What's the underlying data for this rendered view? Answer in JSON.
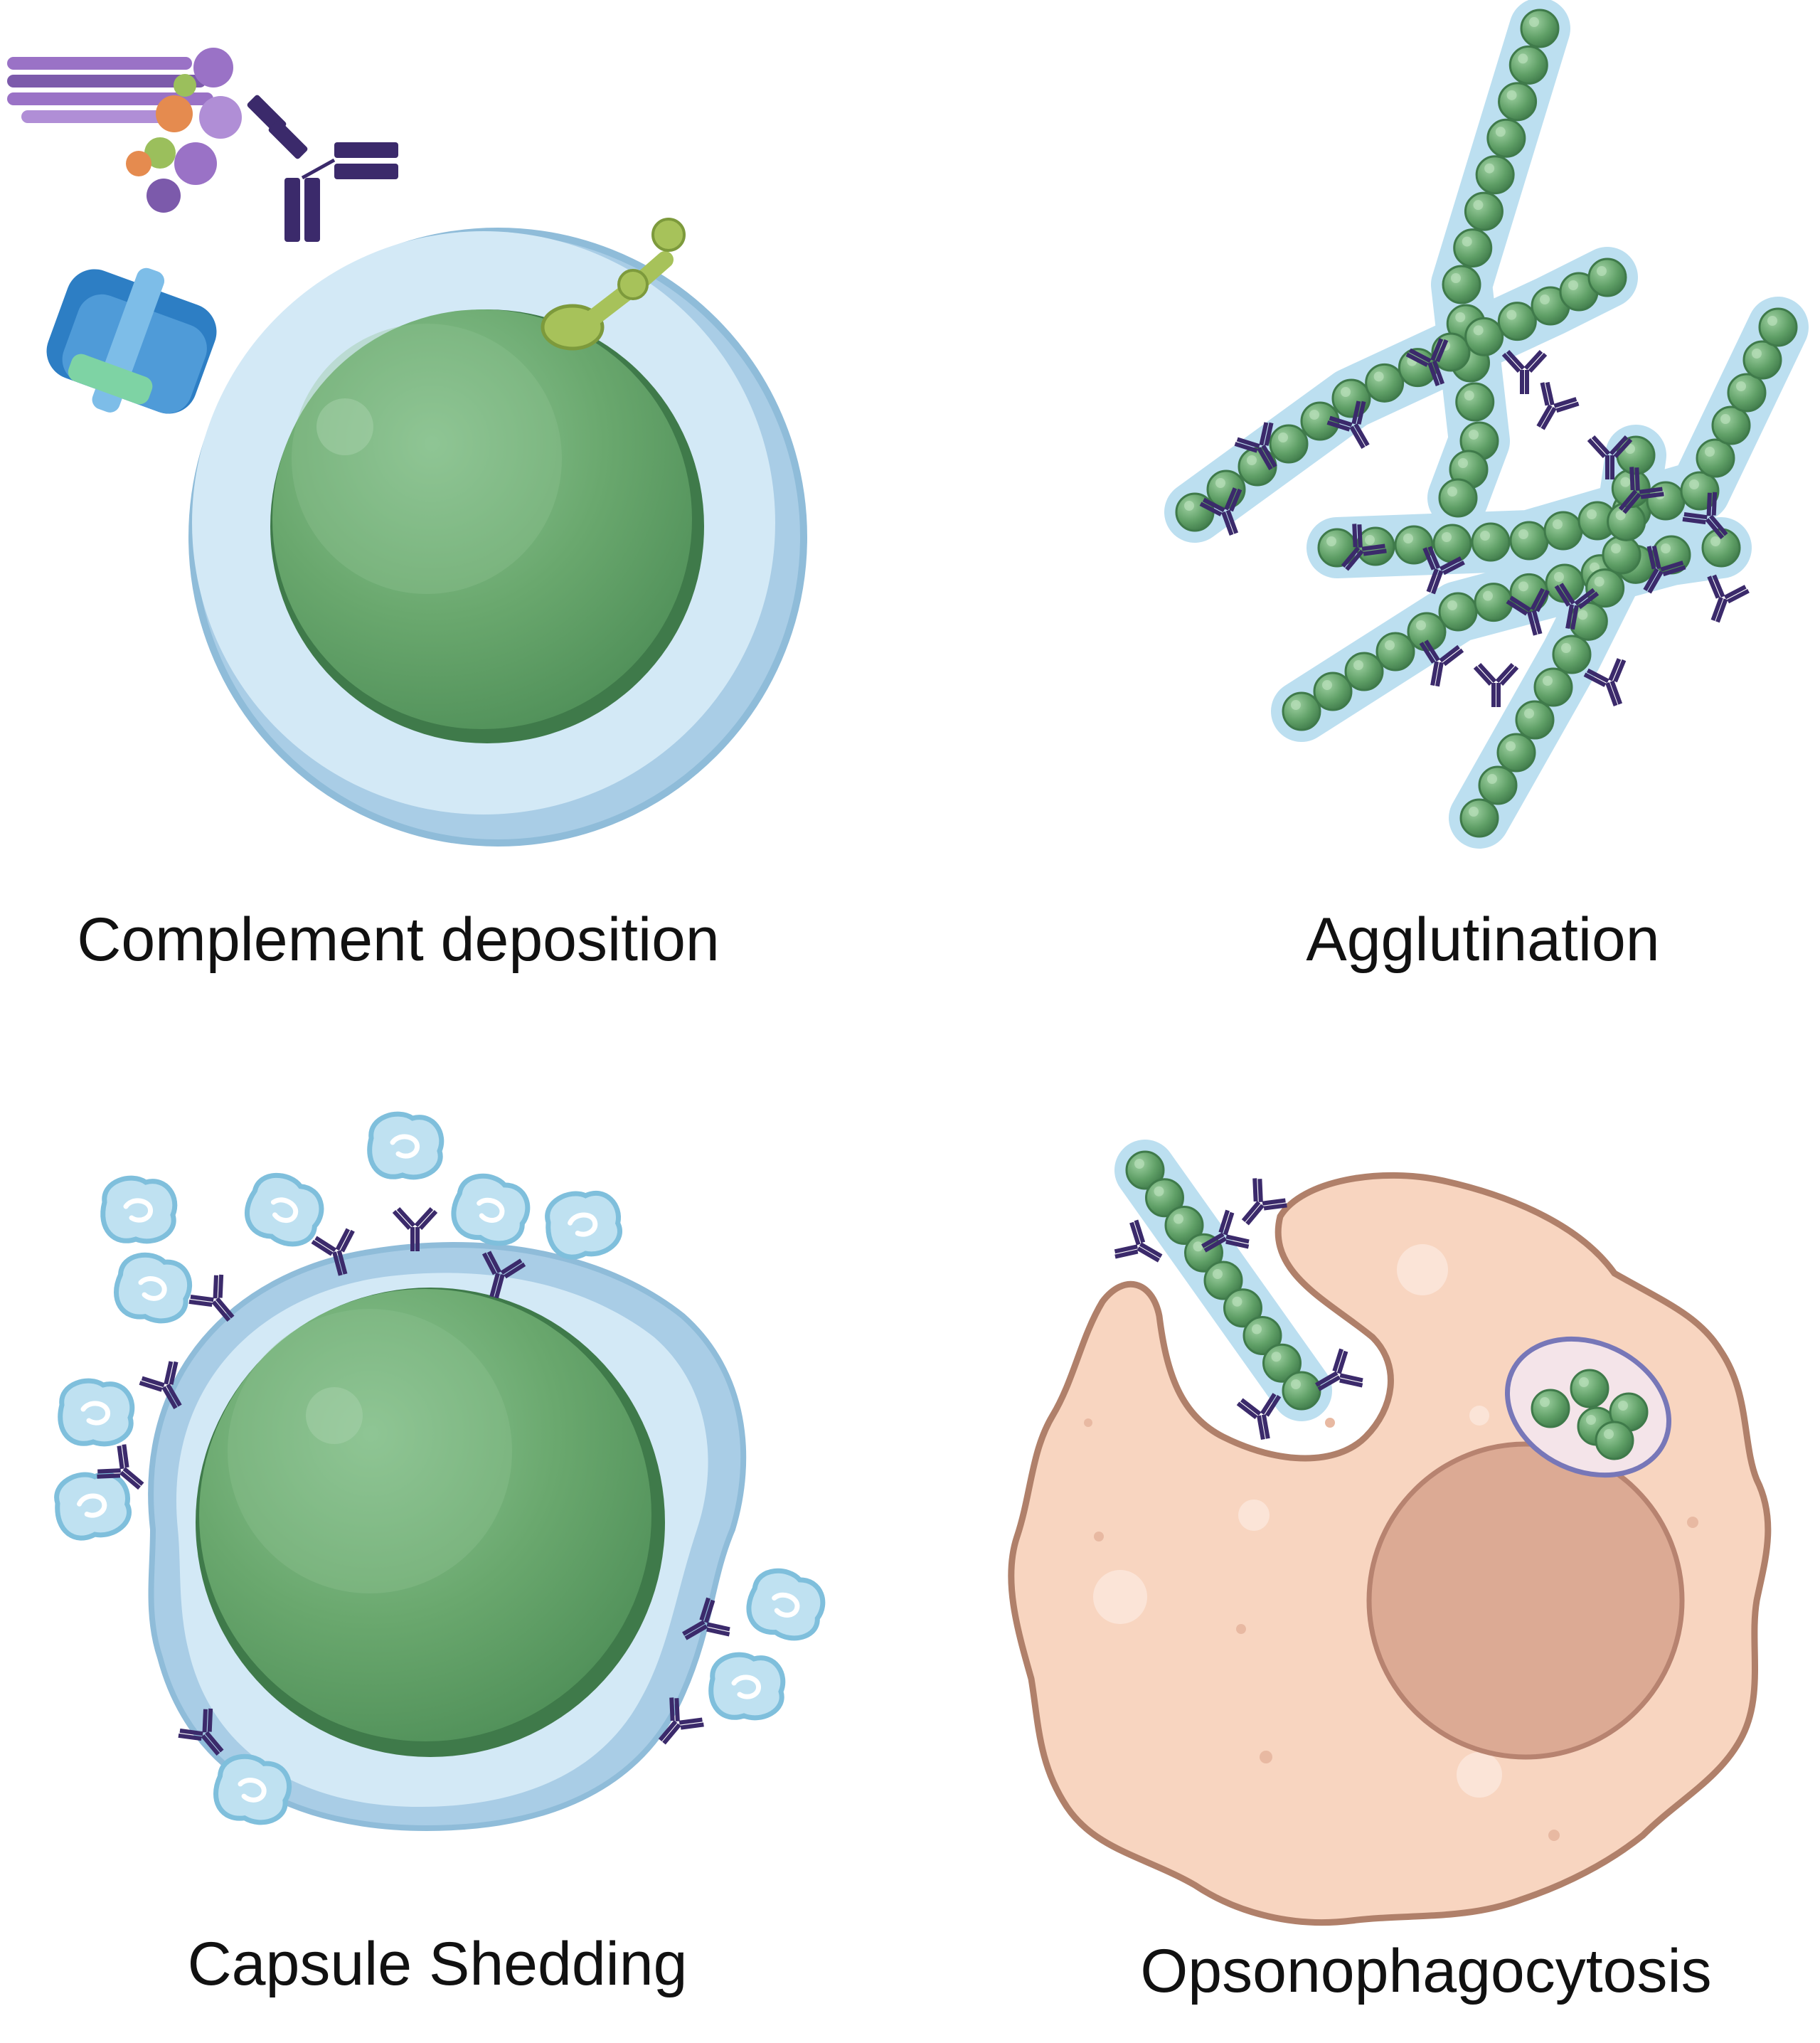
{
  "labels": {
    "complement": "Complement deposition",
    "agglutination": "Agglutination",
    "capsule": "Capsule Shedding",
    "opsono": "Opsonophagocytosis"
  },
  "colors": {
    "antibody": "#3b2a6b",
    "bacterium_core": "#6aa86e",
    "bacterium_core_dark": "#3f7a4a",
    "bacterium_highlight": "#8ec293",
    "capsule_fill": "#cfe6f3",
    "capsule_edge": "#9cc6de",
    "capsule_fragment": "#bcdff0",
    "capsule_fragment_edge": "#7fbfdc",
    "macrophage_fill": "#f8d5c0",
    "macrophage_edge": "#b0806a",
    "nucleus_fill": "#dcaa94",
    "nucleus_edge": "#b78370",
    "phagosome_edge": "#7777b8",
    "complement_blue": "#2d7ec4",
    "complement_purple": "#9a72c6",
    "complement_green": "#9bbf5c",
    "complement_orange": "#e58b4f"
  }
}
